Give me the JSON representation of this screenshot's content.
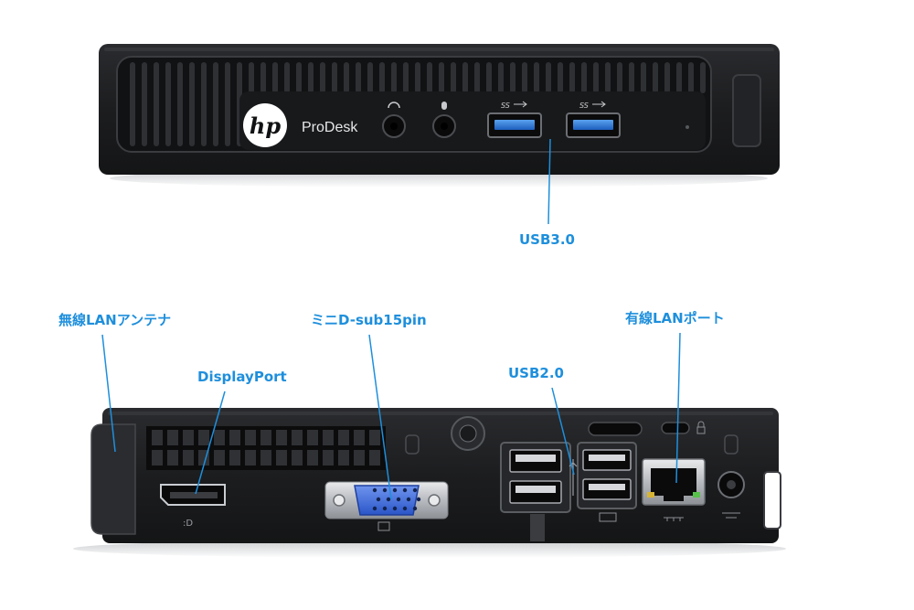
{
  "front": {
    "brand_logo_text": "hp",
    "model_name": "ProDesk",
    "usb_port_marking": "SS"
  },
  "callouts": {
    "usb30": "USB3.0",
    "wireless_antenna": "無線LANアンテナ",
    "mini_dsub": "ミニD-sub15pin",
    "wired_lan": "有線LANポート",
    "displayport": "DisplayPort",
    "usb20": "USB2.0"
  },
  "colors": {
    "callout": "#1e8fdc",
    "chassis": "#1d1e20",
    "usb3_blue": "#2a7ad8",
    "vga_blue": "#2f64d6"
  }
}
